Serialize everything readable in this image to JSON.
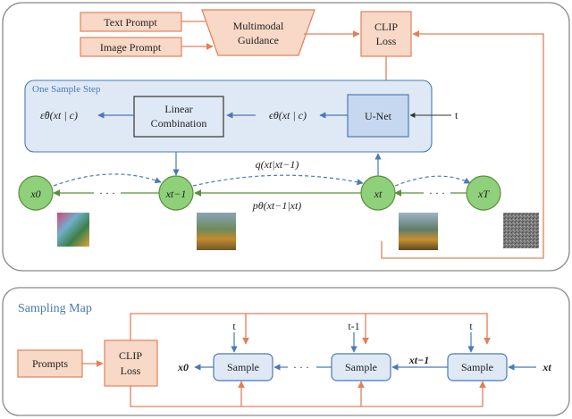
{
  "colors": {
    "orange": "#e0815a",
    "orange_fill": "#f8d8c6",
    "blue_line": "#4a79b5",
    "blue_fill": "#dfe9f6",
    "blue_box": "#c6d8ef",
    "green_line": "#5a8f3a",
    "green_node": "#8fd07a",
    "gray_border": "#8a8a8a"
  },
  "top_panel": {
    "text_prompt": "Text Prompt",
    "image_prompt": "Image Prompt",
    "guidance_line1": "Multimodal",
    "guidance_line2": "Guidance",
    "clip_line1": "CLIP",
    "clip_line2": "Loss",
    "sample_step_title": "One Sample Step",
    "eps_hat_label": "ε̂θ(xt | c)",
    "linear_line1": "Linear",
    "linear_line2": "Combination",
    "eps_label": "ϵθ(xt | c)",
    "unet": "U-Net",
    "t_input": "t",
    "forward_label": "q(xt|xt−1)",
    "reverse_label": "pθ(xt−1|xt)",
    "ellipsis": "· · ·",
    "nodes": [
      {
        "label": "x0"
      },
      {
        "label": "xt−1"
      },
      {
        "label": "xt"
      },
      {
        "label": "xT"
      }
    ]
  },
  "bottom_panel": {
    "title": "Sampling Map",
    "prompts": "Prompts",
    "clip_line1": "CLIP",
    "clip_line2": "Loss",
    "x0": "x0",
    "xt_minus_1": "xt−1",
    "xt": "xt",
    "ellipsis": "· · ·",
    "samples": [
      {
        "label": "Sample",
        "t": "t"
      },
      {
        "label": "Sample",
        "t": "t-1"
      },
      {
        "label": "Sample",
        "t": "t"
      }
    ]
  }
}
